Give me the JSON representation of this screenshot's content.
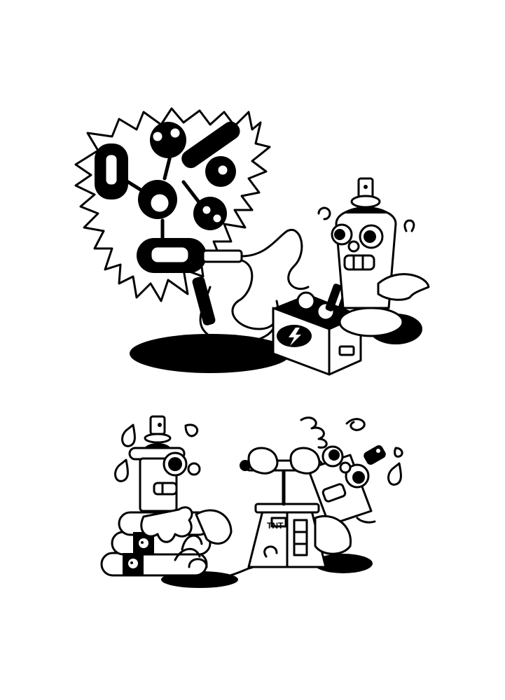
{
  "illustration": {
    "style": "black-and-white cartoon line art",
    "background": "#ffffff",
    "ink": "#000000",
    "scenes": [
      {
        "id": "scene-top",
        "description": "Electrified bone-limbed creature plugged via cables into a lightning-bolt battery box, watched by a grinning spray-can character",
        "elements": [
          "electric-spark-burst",
          "bone-creature",
          "plug-cable",
          "battery-box",
          "lightning-bolt-icon",
          "spray-can-character",
          "shadow"
        ]
      },
      {
        "id": "scene-bottom",
        "description": "Sweating spray-can character sitting on a pile of skull-marked dynamite, wired to a TNT plunger detonator being pushed by a panicked spray-can character",
        "elements": [
          "sweat-drops",
          "spray-can-character",
          "dynamite-stack",
          "skull-icons",
          "fuse-wire",
          "tnt-detonator",
          "spray-can-character",
          "dizzy-swirls",
          "shadow"
        ]
      }
    ],
    "labels": {
      "detonator": "TNT"
    }
  }
}
